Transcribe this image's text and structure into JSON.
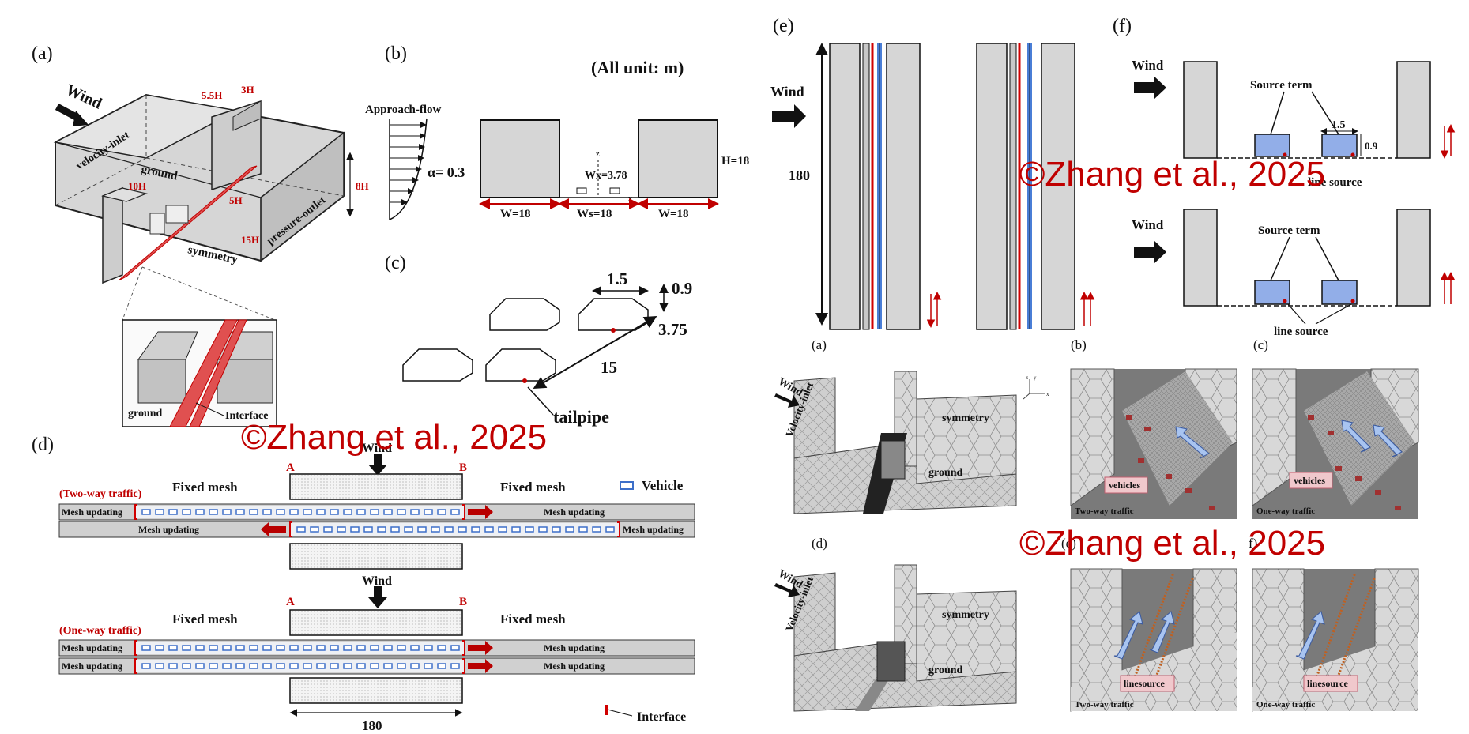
{
  "watermark": "©Zhang et al., 2025",
  "panel_a": {
    "label": "(a)",
    "wind": "Wind",
    "velocity_inlet": "velocity-inlet",
    "ground": "ground",
    "symmetry": "symmetry",
    "pressure_outlet": "pressure-outlet",
    "dim_5_5H": "5.5H",
    "dim_3H": "3H",
    "dim_10H": "10H",
    "dim_5H": "5H",
    "dim_15H": "15H",
    "dim_8H": "8H",
    "inset_ground": "ground",
    "inset_interface": "Interface"
  },
  "panel_b": {
    "label": "(b)",
    "units": "(All unit: m)",
    "approach_flow": "Approach-flow",
    "alpha": "α= 0.3",
    "w_left": "W=18",
    "ws": "Ws=18",
    "w_right": "W=18",
    "h": "H=18",
    "wx": "Wx=3.78",
    "z": "z",
    "x": "x"
  },
  "panel_c": {
    "label": "(c)",
    "d_1_5": "1.5",
    "d_0_9": "0.9",
    "d_3_75": "3.75",
    "d_15": "15",
    "tailpipe": "tailpipe"
  },
  "panel_d": {
    "label": "(d)",
    "A": "A",
    "B": "B",
    "wind": "Wind",
    "fixed_mesh": "Fixed mesh",
    "vehicle": "Vehicle",
    "two_way": "(Two-way traffic)",
    "one_way": "(One-way traffic)",
    "mesh_updating": "Mesh updating",
    "interface": "Interface",
    "length": "180"
  },
  "panel_e": {
    "label": "(e)",
    "wind": "Wind",
    "length": "180"
  },
  "panel_f": {
    "label": "(f)",
    "wind": "Wind",
    "source_term": "Source term",
    "line_source": "line source",
    "d_1_5": "1.5",
    "d_0_9": "0.9"
  },
  "mesh_panels": {
    "a": "(a)",
    "b": "(b)",
    "c": "(c)",
    "d": "(d)",
    "e": "(e)",
    "f": "f)",
    "wind": "Wind",
    "velocity_inlet": "Velocity-inlet",
    "symmetry": "symmetry",
    "ground": "ground",
    "vehicles": "vehicles",
    "linesource": "linesource",
    "two_way": "Two-way traffic",
    "one_way": "One-way traffic",
    "axis_x": "x",
    "axis_y": "y",
    "axis_z": "z"
  }
}
